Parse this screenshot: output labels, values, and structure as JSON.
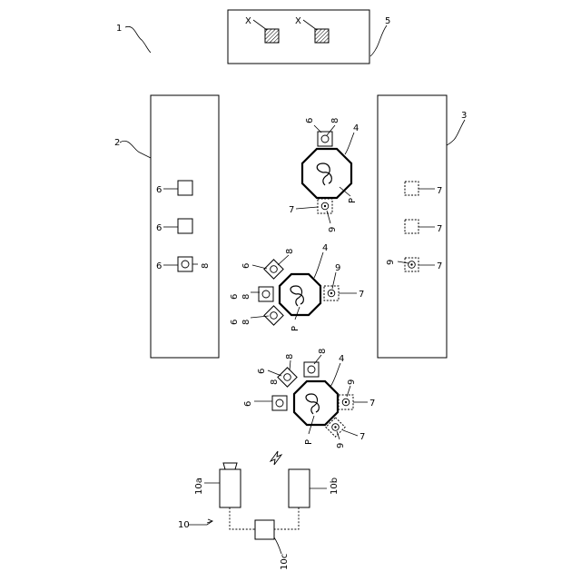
{
  "labels": {
    "system": "1",
    "stocker_left": "2",
    "stocker_right": "3",
    "vehicle": "4",
    "container": "5",
    "part": "6",
    "part_dashed": "7",
    "ring": "8",
    "ring_dashed": "9",
    "p": "P",
    "x": "X",
    "ctrl": "10",
    "ctrl_a": "10a",
    "ctrl_b": "10b",
    "ctrl_c": "10c"
  }
}
